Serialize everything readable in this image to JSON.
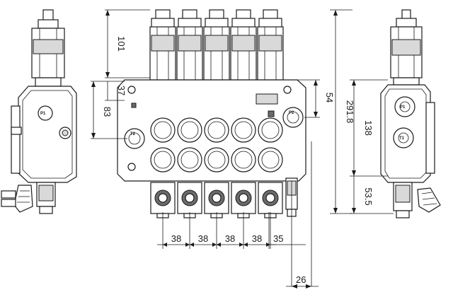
{
  "dimensions": {
    "left_101": "101",
    "left_37": "37",
    "left_83": "83",
    "right_54": "54",
    "overall_291_8": "291.8",
    "right_138": "138",
    "right_53_5": "53.5",
    "pitch_values": [
      "38",
      "38",
      "38",
      "38"
    ],
    "end_35": "35",
    "bottom_26": "26"
  },
  "ports": {
    "left_p1": "P1",
    "center_t2": "T2",
    "center_p2": "P2",
    "right_p1": "P1",
    "right_t1": "T1"
  },
  "colors": {
    "line": "#1a1a1a",
    "shade": "#d9d9d9",
    "dark": "#6b6b6b"
  }
}
